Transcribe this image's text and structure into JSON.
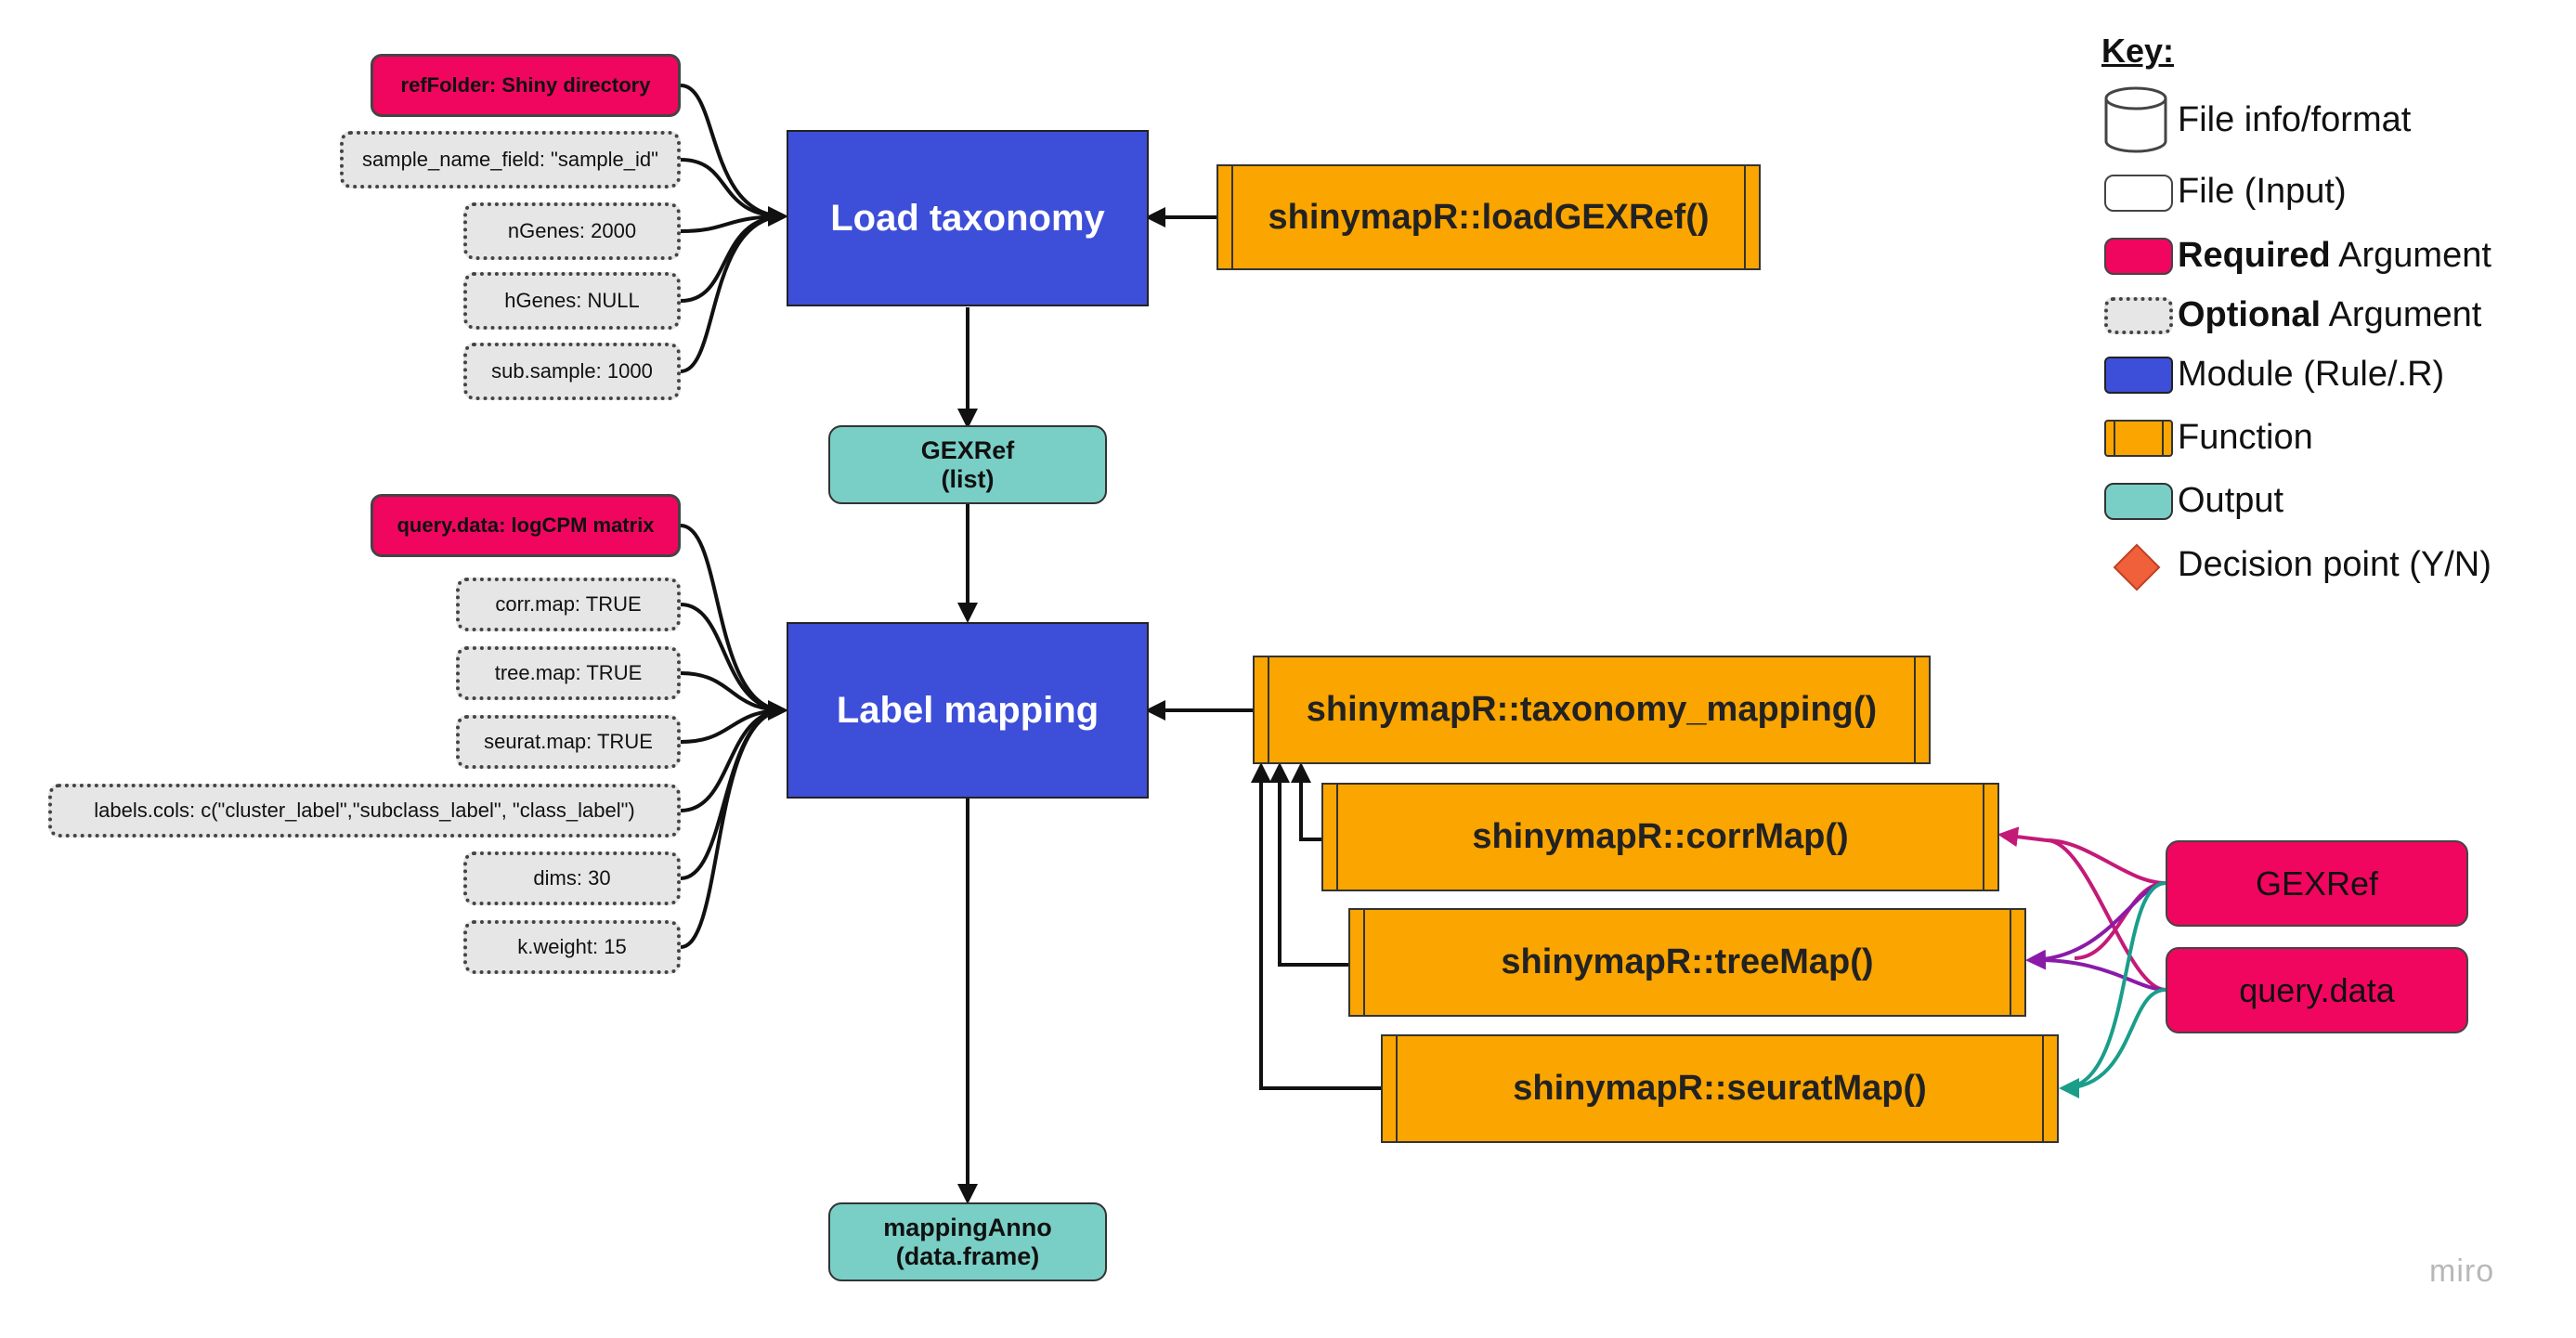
{
  "load": {
    "module_label": "Load taxonomy",
    "function_label": "shinymapR::loadGEXRef()",
    "required_arg": "refFolder: Shiny directory",
    "optional_args": [
      "sample_name_field: \"sample_id\"",
      "nGenes: 2000",
      "hGenes: NULL",
      "sub.sample: 1000"
    ],
    "output_label": "GEXRef\n(list)"
  },
  "mapping": {
    "module_label": "Label mapping",
    "function_label": "shinymapR::taxonomy_mapping()",
    "required_arg": "query.data: logCPM matrix",
    "optional_args": [
      "corr.map: TRUE",
      "tree.map: TRUE",
      "seurat.map: TRUE",
      "labels.cols: c(\"cluster_label\",\"subclass_label\", \"class_label\")",
      "dims: 30",
      "k.weight: 15"
    ],
    "output_label": "mappingAnno\n(data.frame)",
    "sub_functions": [
      "shinymapR::corrMap()",
      "shinymapR::treeMap()",
      "shinymapR::seuratMap()"
    ],
    "inputs": [
      "GEXRef",
      "query.data"
    ]
  },
  "key": {
    "title": "Key:",
    "items": [
      {
        "bold": "",
        "text": "File info/format",
        "swatch": "cylinder"
      },
      {
        "bold": "",
        "text": "File (Input)",
        "swatch": "white"
      },
      {
        "bold": "Required",
        "text": " Argument",
        "swatch": "required"
      },
      {
        "bold": "Optional",
        "text": " Argument",
        "swatch": "optional"
      },
      {
        "bold": "",
        "text": "Module (Rule/.R)",
        "swatch": "module"
      },
      {
        "bold": "",
        "text": "Function",
        "swatch": "function"
      },
      {
        "bold": "",
        "text": "Output",
        "swatch": "output"
      },
      {
        "bold": "",
        "text": "Decision point (Y/N)",
        "swatch": "diamond"
      }
    ]
  },
  "colors": {
    "required": "#f0065f",
    "optional": "#e6e6e6",
    "module": "#3d4ed8",
    "function": "#fba500",
    "output": "#79cfc6",
    "decision": "#f0603a",
    "gexref_arrow": "#c41a77",
    "query_arrow": "#8a1ba8",
    "both_arrow": "#1a9e8a"
  },
  "watermark": "miro"
}
